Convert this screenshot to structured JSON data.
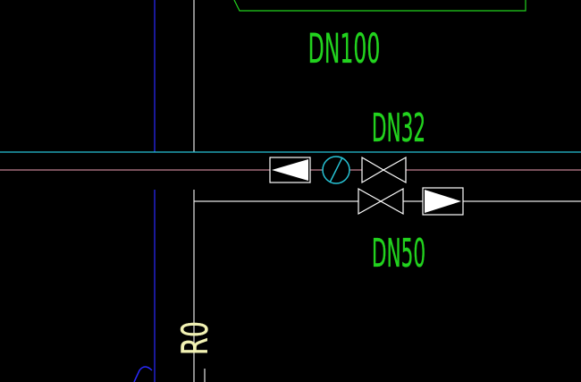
{
  "labels": {
    "dn100": "DN100",
    "dn32": "DN32",
    "dn50": "DN50",
    "riser": "R0"
  },
  "colors": {
    "background": "#000000",
    "green_text": "#22d21e",
    "yellow_text": "#f2f2b4",
    "pipe_white": "#e6e6e6",
    "pipe_cyan": "#27c4d6",
    "pipe_pink": "#f0a0b4",
    "pipe_blue": "#2a2aff",
    "green_outline": "#22d21e",
    "pump_cyan": "#27c4d6",
    "symbol_white": "#ffffff"
  },
  "icons": {
    "arrow_left": "flow-arrow-left-icon",
    "pump": "pump-icon",
    "valve": "gate-valve-icon",
    "arrow_right": "flow-arrow-right-icon"
  }
}
